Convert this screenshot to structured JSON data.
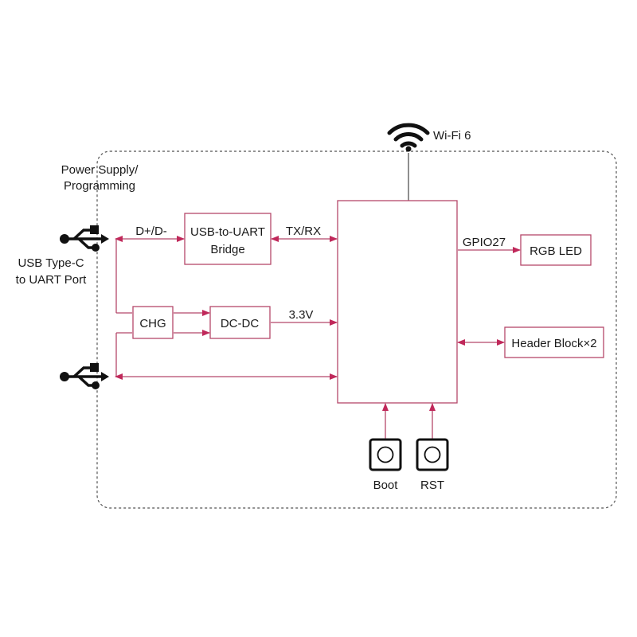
{
  "power_label": [
    "Power Supply/",
    "Programming"
  ],
  "usb_port_label": [
    "USB Type-C",
    "to UART Port"
  ],
  "wifi_label": "Wi-Fi 6",
  "blocks": {
    "bridge": [
      "USB-to-UART",
      "Bridge"
    ],
    "chg": "CHG",
    "dcdc": "DC-DC",
    "rgb_led": "RGB LED",
    "header": "Header Block×2"
  },
  "signals": {
    "dplus_dminus": "D+/D-",
    "txrx": "TX/RX",
    "v33": "3.3V",
    "gpio27": "GPIO27"
  },
  "buttons": {
    "boot": "Boot",
    "rst": "RST"
  },
  "colors": {
    "line": "#b5476a",
    "arrow": "#c0285a",
    "frame": "#555555"
  }
}
